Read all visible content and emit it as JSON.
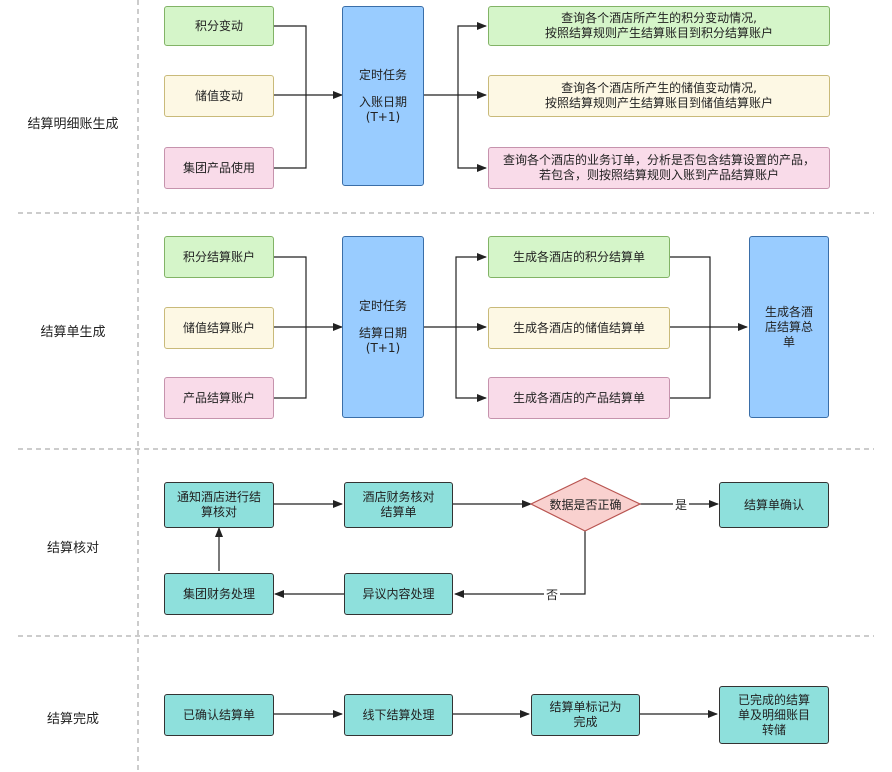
{
  "lanes": {
    "detail": "结算明细账生成",
    "statement": "结算单生成",
    "reconcile": "结算核对",
    "complete": "结算完成"
  },
  "detail": {
    "points": "积分变动",
    "stored": "储值变动",
    "group_product": "集团产品使用",
    "task_line1": "定时任务",
    "task_line2": "入账日期",
    "task_line3": "(T+1)",
    "out_points": "查询各个酒店所产生的积分变动情况,\n按照结算规则产生结算账目到积分结算账户",
    "out_stored": "查询各个酒店所产生的储值变动情况,\n按照结算规则产生结算账目到储值结算账户",
    "out_product": "查询各个酒店的业务订单，分析是否包含结算设置的产品，若包含，则按照结算规则入账到产品结算账户"
  },
  "statement": {
    "acc_points": "积分结算账户",
    "acc_stored": "储值结算账户",
    "acc_product": "产品结算账户",
    "task_line1": "定时任务",
    "task_line2": "结算日期",
    "task_line3": "(T+1)",
    "gen_points": "生成各酒店的积分结算单",
    "gen_stored": "生成各酒店的储值结算单",
    "gen_product": "生成各酒店的产品结算单",
    "summary": "生成各酒店结算总单"
  },
  "reconcile": {
    "notify": "通知酒店进行结算核对",
    "hotel_check": "酒店财务核对结算单",
    "decision": "数据是否正确",
    "yes": "是",
    "no": "否",
    "confirm": "结算单确认",
    "dispute": "异议内容处理",
    "group_finance": "集团财务处理"
  },
  "complete": {
    "confirmed": "已确认结算单",
    "offline": "线下结算处理",
    "mark": "结算单标记为完成",
    "archive": "已完成的结算单及明细账目转储"
  }
}
